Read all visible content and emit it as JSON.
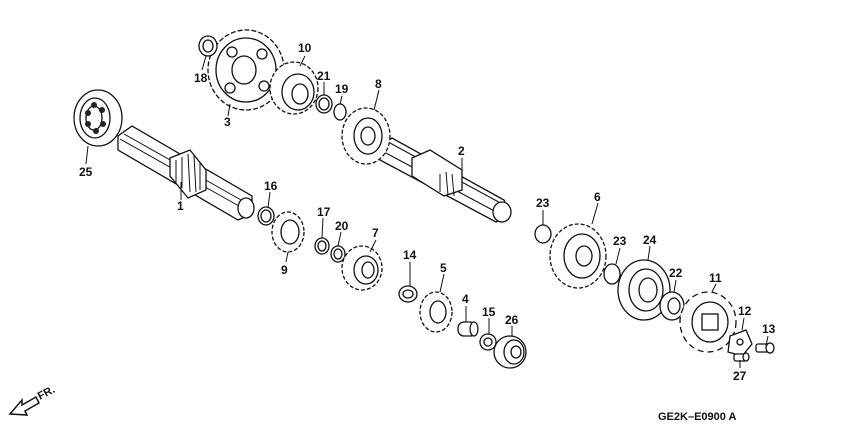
{
  "diagram": {
    "code": "GE2K–E0900 A",
    "direction_label": "FR.",
    "callouts": [
      "1",
      "2",
      "3",
      "4",
      "5",
      "6",
      "7",
      "8",
      "9",
      "10",
      "11",
      "12",
      "13",
      "14",
      "15",
      "16",
      "17",
      "18",
      "19",
      "20",
      "21",
      "22",
      "23",
      "23",
      "24",
      "25",
      "26",
      "27"
    ],
    "colors": {
      "ink": "#111111",
      "background": "#ffffff"
    }
  }
}
